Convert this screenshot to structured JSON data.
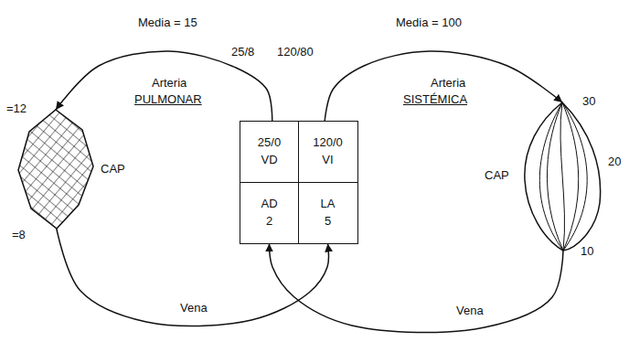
{
  "diagram": {
    "nodes": [
      {
        "text": [
          "25/0",
          "VD"
        ]
      },
      {
        "text": [
          "120/0",
          "VI"
        ]
      },
      {
        "text": [
          "AD",
          "2"
        ]
      },
      {
        "text": [
          "LA",
          "5"
        ]
      },
      {
        "text": [
          "CAP"
        ]
      },
      {
        "text": [
          "CAP"
        ]
      }
    ],
    "edges": [
      {
        "from": 0,
        "to": 4,
        "arrow": "to"
      },
      {
        "from": 4,
        "to": 3,
        "arrow": "to"
      },
      {
        "from": 1,
        "to": 5,
        "arrow": "to"
      },
      {
        "from": 5,
        "to": 2,
        "arrow": "to"
      }
    ],
    "labels": [
      "Media = 15",
      "25/8",
      "Arteria",
      "PULMONAR",
      "=12",
      "=8",
      "Vena",
      "120/80",
      "Media = 100",
      "Arteria",
      "SISTÉMICA",
      "30",
      "20",
      "10",
      "Vena"
    ]
  }
}
